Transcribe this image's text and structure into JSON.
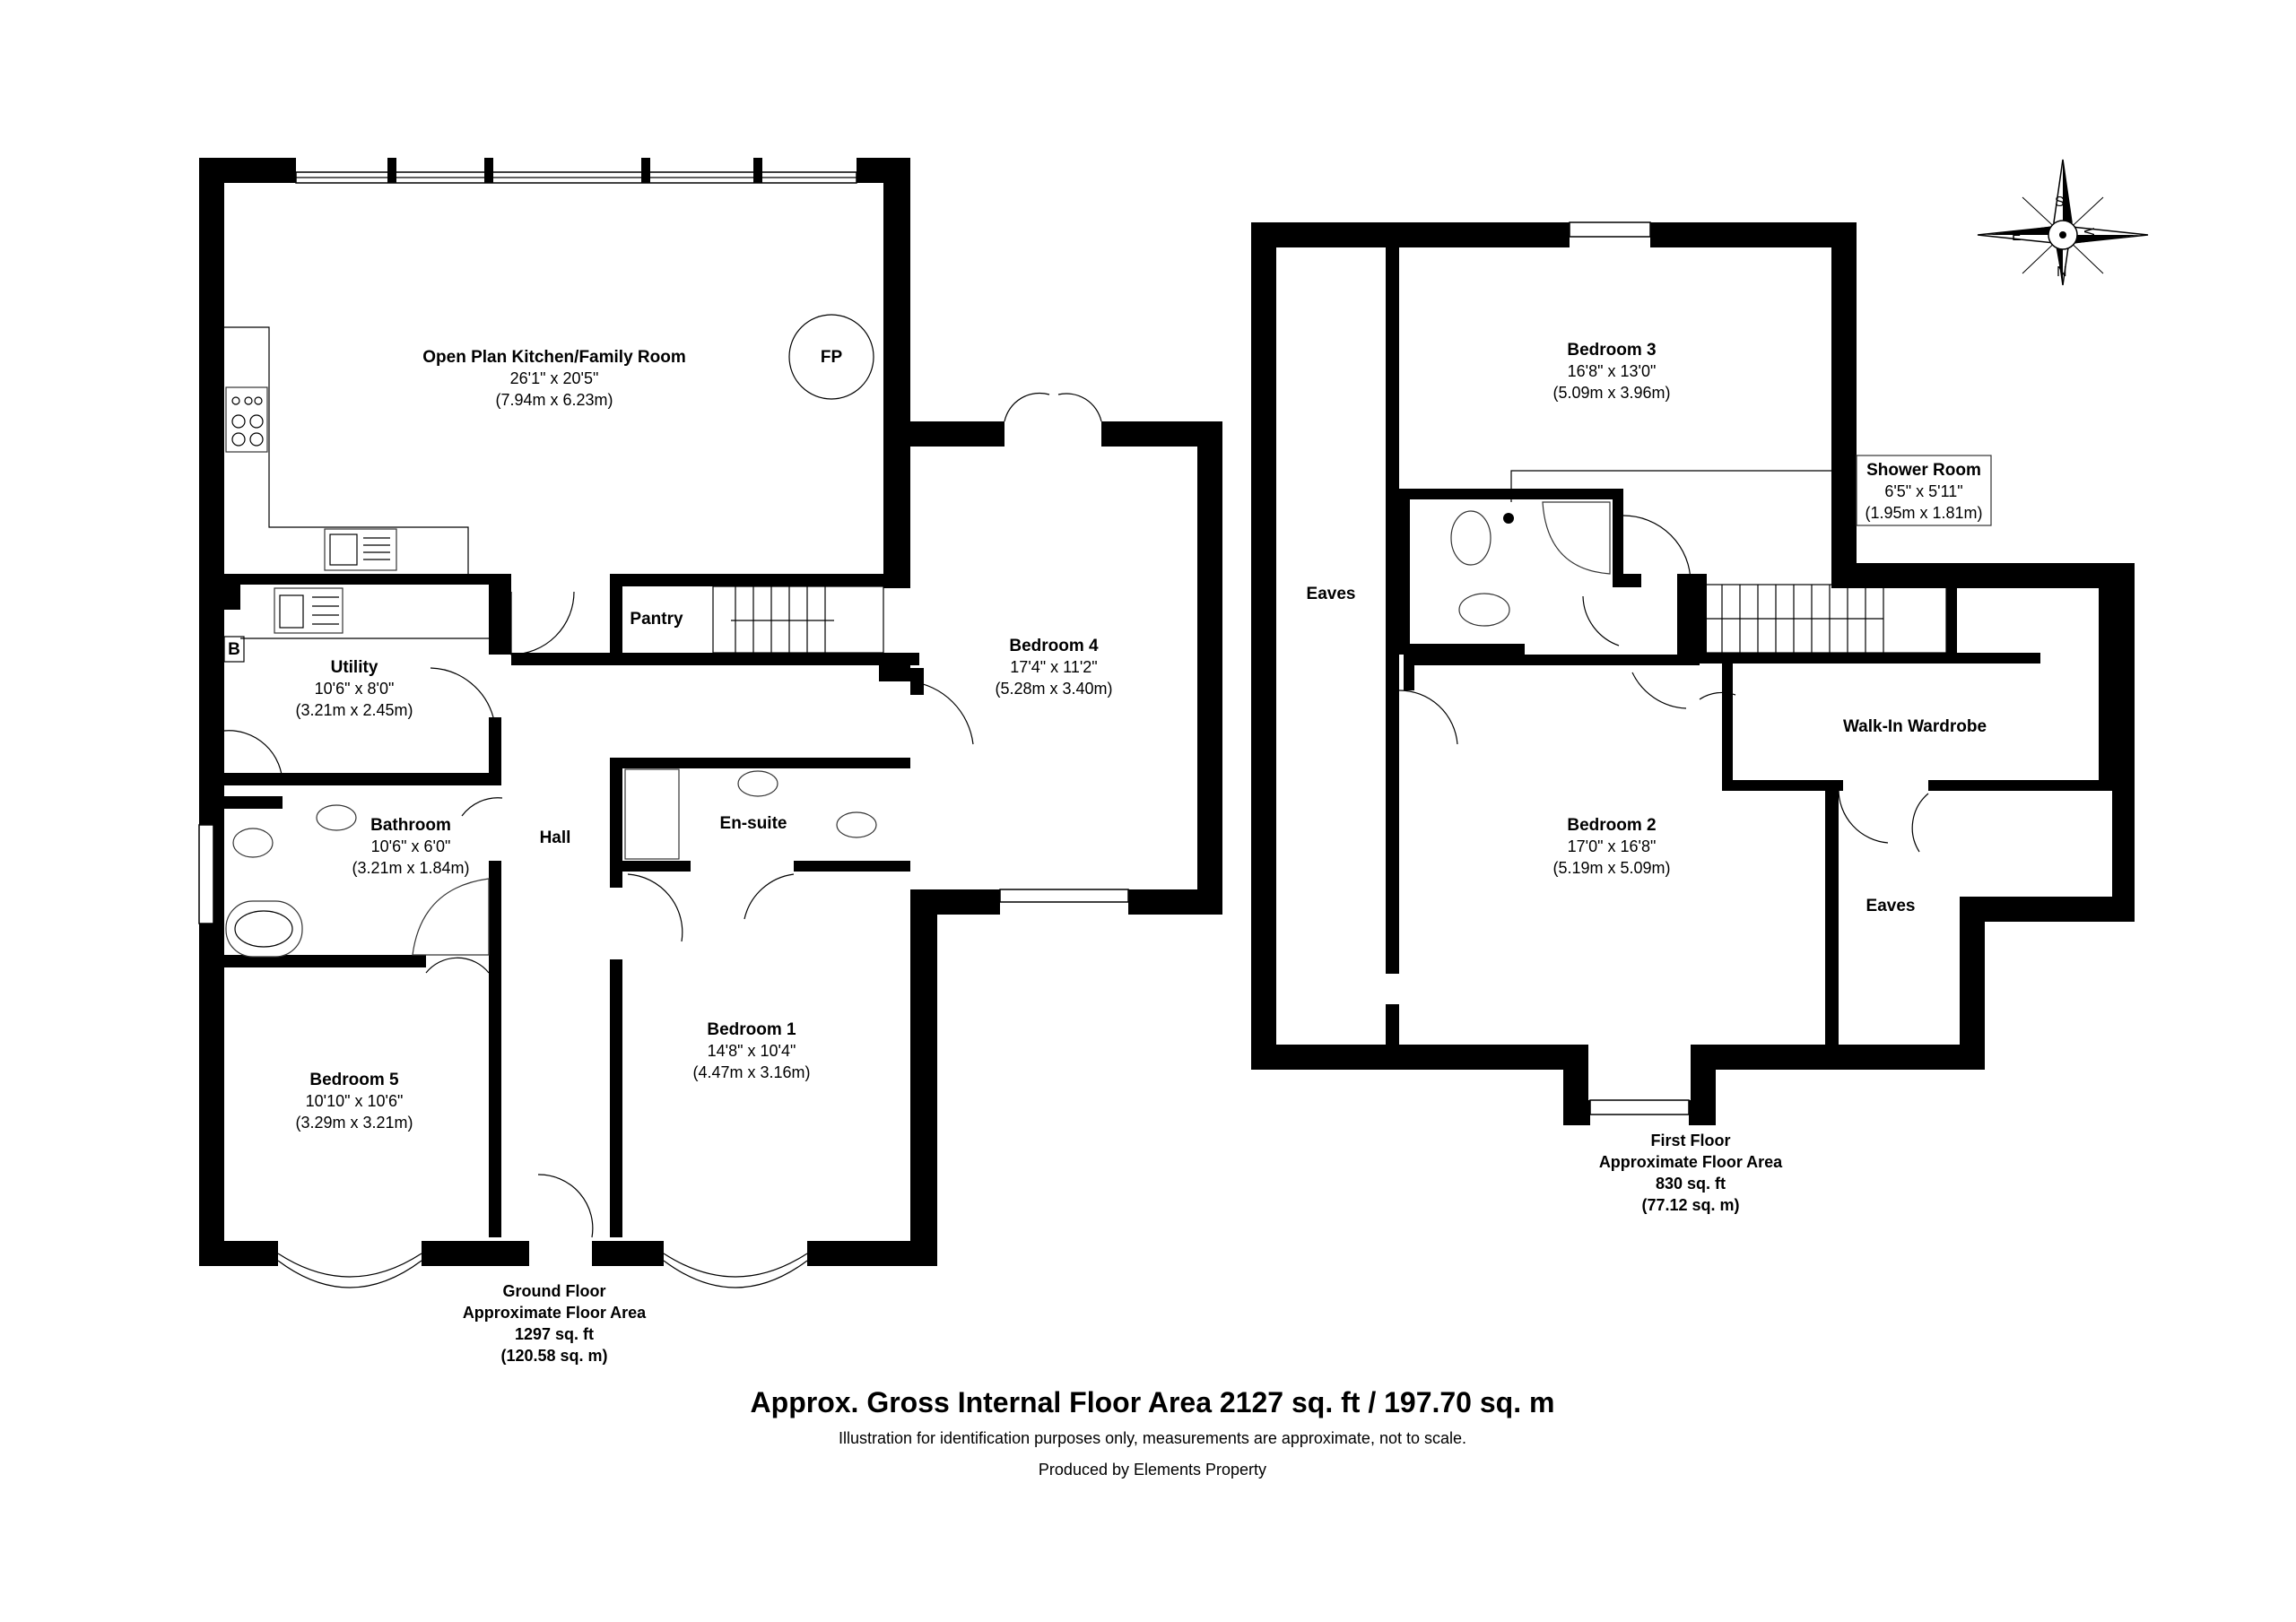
{
  "ground_floor": {
    "rooms": {
      "kitchen": {
        "name": "Open Plan Kitchen/Family Room",
        "imperial": "26'1\" x 20'5\"",
        "metric": "(7.94m x 6.23m)"
      },
      "fireplace": {
        "name": "FP"
      },
      "pantry": {
        "name": "Pantry"
      },
      "utility": {
        "name": "Utility",
        "imperial": "10'6\" x 8'0\"",
        "metric": "(3.21m x 2.45m)"
      },
      "boiler": {
        "name": "B"
      },
      "bathroom": {
        "name": "Bathroom",
        "imperial": "10'6\" x 6'0\"",
        "metric": "(3.21m x 1.84m)"
      },
      "hall": {
        "name": "Hall"
      },
      "ensuite": {
        "name": "En-suite"
      },
      "bedroom4": {
        "name": "Bedroom 4",
        "imperial": "17'4\" x 11'2\"",
        "metric": "(5.28m x 3.40m)"
      },
      "bedroom1": {
        "name": "Bedroom 1",
        "imperial": "14'8\" x 10'4\"",
        "metric": "(4.47m x 3.16m)"
      },
      "bedroom5": {
        "name": "Bedroom 5",
        "imperial": "10'10\" x 10'6\"",
        "metric": "(3.29m x 3.21m)"
      }
    },
    "summary": {
      "title": "Ground Floor",
      "subtitle": "Approximate Floor Area",
      "sqft": "1297 sq. ft",
      "sqm": "(120.58 sq. m)"
    }
  },
  "first_floor": {
    "rooms": {
      "bedroom3": {
        "name": "Bedroom 3",
        "imperial": "16'8\" x 13'0\"",
        "metric": "(5.09m x 3.96m)"
      },
      "shower": {
        "name": "Shower Room",
        "imperial": "6'5\" x 5'11\"",
        "metric": "(1.95m x 1.81m)"
      },
      "eaves_left": {
        "name": "Eaves"
      },
      "eaves_right": {
        "name": "Eaves"
      },
      "wardrobe": {
        "name": "Walk-In Wardrobe"
      },
      "bedroom2": {
        "name": "Bedroom 2",
        "imperial": "17'0\" x 16'8\"",
        "metric": "(5.19m x 5.09m)"
      }
    },
    "summary": {
      "title": "First Floor",
      "subtitle": "Approximate Floor Area",
      "sqft": "830 sq. ft",
      "sqm": "(77.12 sq. m)"
    }
  },
  "compass": {
    "n": "N",
    "s": "S",
    "e": "E",
    "w": "W",
    "icon": "compass-rose-icon"
  },
  "footer": {
    "gross": "Approx. Gross Internal Floor Area 2127 sq. ft / 197.70 sq. m",
    "disclaimer": "Illustration for identification purposes only, measurements are approximate, not to scale.",
    "producer": "Produced by Elements Property"
  },
  "colors": {
    "walls": "#000000",
    "background": "#ffffff",
    "fixtures": "#333333"
  }
}
